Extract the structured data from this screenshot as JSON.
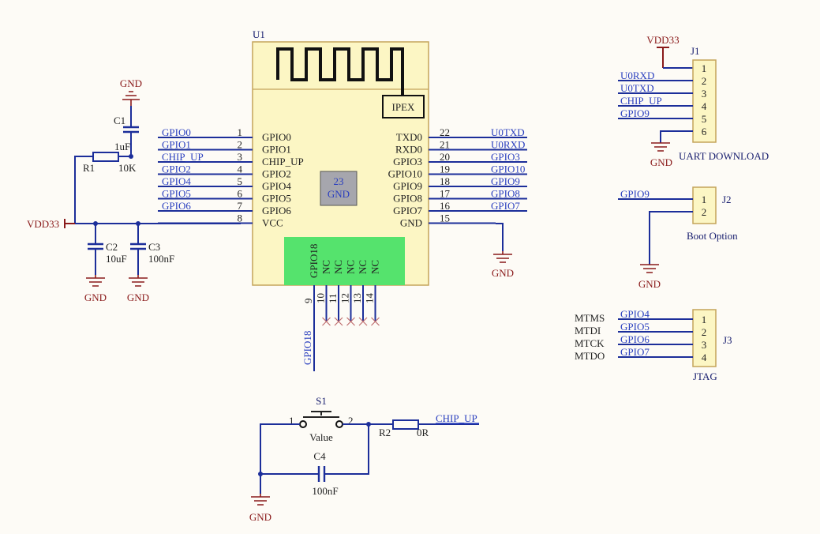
{
  "module": {
    "ref": "U1",
    "antenna_label": "IPEX",
    "gnd_pad": {
      "number": "23",
      "name": "GND"
    },
    "left_pins": [
      {
        "num": "1",
        "name": "GPIO0",
        "net": "GPIO0"
      },
      {
        "num": "2",
        "name": "GPIO1",
        "net": "GPIO1"
      },
      {
        "num": "3",
        "name": "CHIP_UP",
        "net": "CHIP_UP"
      },
      {
        "num": "4",
        "name": "GPIO2",
        "net": "GPIO2"
      },
      {
        "num": "5",
        "name": "GPIO4",
        "net": "GPIO4"
      },
      {
        "num": "6",
        "name": "GPIO5",
        "net": "GPIO5"
      },
      {
        "num": "7",
        "name": "GPIO6",
        "net": "GPIO6"
      },
      {
        "num": "8",
        "name": "VCC",
        "net": ""
      }
    ],
    "right_pins": [
      {
        "num": "22",
        "name": "TXD0",
        "net": "U0TXD"
      },
      {
        "num": "21",
        "name": "RXD0",
        "net": "U0RXD"
      },
      {
        "num": "20",
        "name": "GPIO3",
        "net": "GPIO3"
      },
      {
        "num": "19",
        "name": "GPIO10",
        "net": "GPIO10"
      },
      {
        "num": "18",
        "name": "GPIO9",
        "net": "GPIO9"
      },
      {
        "num": "17",
        "name": "GPIO8",
        "net": "GPIO8"
      },
      {
        "num": "16",
        "name": "GPIO7",
        "net": "GPIO7"
      },
      {
        "num": "15",
        "name": "GND",
        "net": ""
      }
    ],
    "bottom_pins": [
      {
        "num": "9",
        "name": "GPIO18"
      },
      {
        "num": "10",
        "name": "NC"
      },
      {
        "num": "11",
        "name": "NC"
      },
      {
        "num": "12",
        "name": "NC"
      },
      {
        "num": "13",
        "name": "NC"
      },
      {
        "num": "14",
        "name": "NC"
      }
    ],
    "bottom_net": "GPIO18"
  },
  "power": {
    "vdd": "VDD33",
    "gnd": "GND"
  },
  "c1": {
    "ref": "C1",
    "value": "1uF"
  },
  "r1": {
    "ref": "R1",
    "value": "10K"
  },
  "c2": {
    "ref": "C2",
    "value": "10uF"
  },
  "c3": {
    "ref": "C3",
    "value": "100nF"
  },
  "j1": {
    "ref": "J1",
    "title": "UART DOWNLOAD",
    "pins": [
      {
        "num": "1",
        "net": ""
      },
      {
        "num": "2",
        "net": "U0RXD"
      },
      {
        "num": "3",
        "net": "U0TXD"
      },
      {
        "num": "4",
        "net": "CHIP_UP"
      },
      {
        "num": "5",
        "net": "GPIO9"
      },
      {
        "num": "6",
        "net": ""
      }
    ]
  },
  "j2": {
    "ref": "J2",
    "title": "Boot Option",
    "pins": [
      {
        "num": "1",
        "net": "GPIO9"
      },
      {
        "num": "2",
        "net": ""
      }
    ]
  },
  "j3": {
    "ref": "J3",
    "title": "JTAG",
    "pins": [
      {
        "num": "1",
        "net": "GPIO4",
        "signal": "MTMS"
      },
      {
        "num": "2",
        "net": "GPIO5",
        "signal": "MTDI"
      },
      {
        "num": "3",
        "net": "GPIO6",
        "signal": "MTCK"
      },
      {
        "num": "4",
        "net": "GPIO7",
        "signal": "MTDO"
      }
    ]
  },
  "s1": {
    "ref": "S1",
    "value": "Value",
    "pin1": "1",
    "pin2": "2"
  },
  "r2": {
    "ref": "R2",
    "value": "0R",
    "net": "CHIP_UP"
  },
  "c4": {
    "ref": "C4",
    "value": "100nF"
  }
}
